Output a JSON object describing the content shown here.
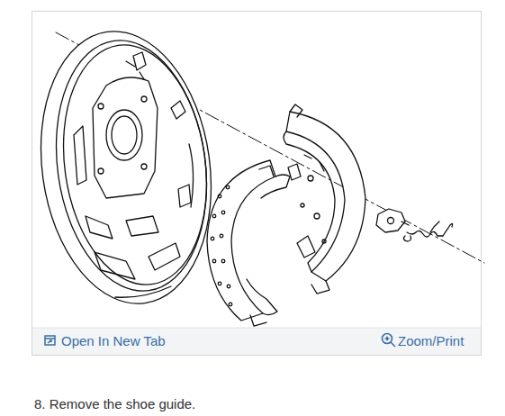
{
  "diagram": {
    "caption": "8. Remove the shoe guide.",
    "labels": [
      "Open In New Tab",
      "Zoom/Print"
    ]
  }
}
